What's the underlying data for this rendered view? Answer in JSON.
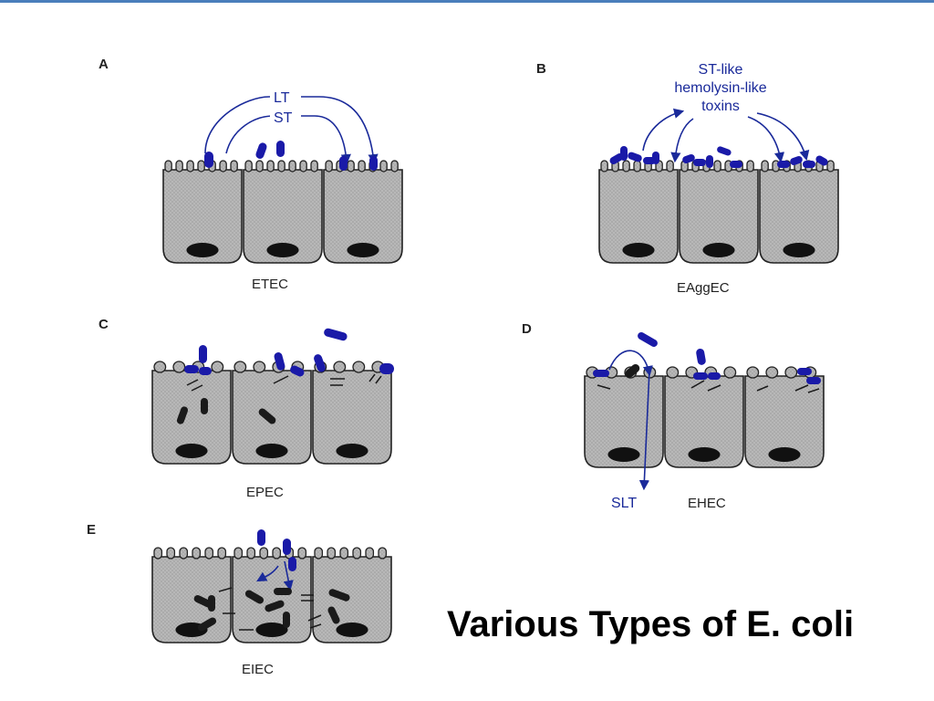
{
  "slide": {
    "title": "Various Types of E. coli"
  },
  "colors": {
    "accent_line": "#4a7ebb",
    "cell_fill": "#b5b5b5",
    "bacteria_blue": "#1a1aa8",
    "bacteria_dark": "#1a1a1a",
    "arrow_blue": "#1a2a9a"
  },
  "panels": {
    "a": {
      "letter": "A",
      "label": "ETEC",
      "toxin_1": "LT",
      "toxin_2": "ST"
    },
    "b": {
      "letter": "B",
      "label": "EAggEC",
      "toxin_line_1": "ST-like",
      "toxin_line_2": "hemolysin-like",
      "toxin_line_3": "toxins"
    },
    "c": {
      "letter": "C",
      "label": "EPEC"
    },
    "d": {
      "letter": "D",
      "label": "EHEC",
      "toxin": "SLT"
    },
    "e": {
      "letter": "E",
      "label": "EIEC"
    }
  }
}
